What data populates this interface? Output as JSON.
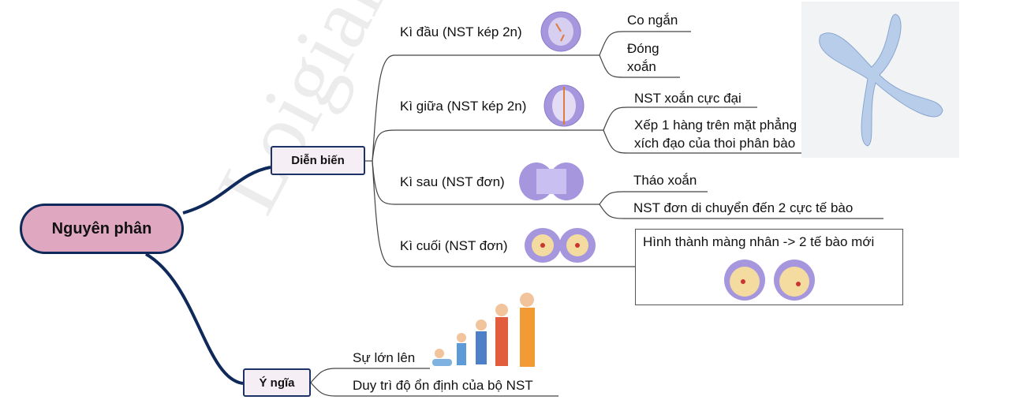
{
  "root": {
    "label": "Nguyên phân"
  },
  "branches": {
    "dien_bien": {
      "label": "Diễn biến",
      "stages": [
        {
          "label": "Kì đầu (NST kép 2n)",
          "details": [
            "Co ngắn",
            "Đóng",
            "xoắn"
          ]
        },
        {
          "label": "Kì giữa (NST kép 2n)",
          "details": [
            "NST xoắn cực đại",
            "Xếp  1 hàng trên mặt phẳng",
            "xích đạo của thoi phân bào"
          ]
        },
        {
          "label": "Kì sau (NST đơn)",
          "details": [
            "Tháo xoắn",
            "NST đơn di chuyển đến 2 cực tế bào"
          ]
        },
        {
          "label": "Kì cuối (NST đơn)",
          "details": [
            "Hình thành màng nhân -> 2 tế bào mới"
          ]
        }
      ]
    },
    "y_nghia": {
      "label": "Ý ngĩa",
      "details": [
        "Sự lớn lên",
        "Duy trì độ ổn định của bộ NST"
      ]
    }
  },
  "watermark": "Loigiaihay.com",
  "colors": {
    "root_fill": "#dfa8c0",
    "border": "#0f2a5a",
    "box_fill": "#f5eef5",
    "cell": "#9a8fd6"
  }
}
